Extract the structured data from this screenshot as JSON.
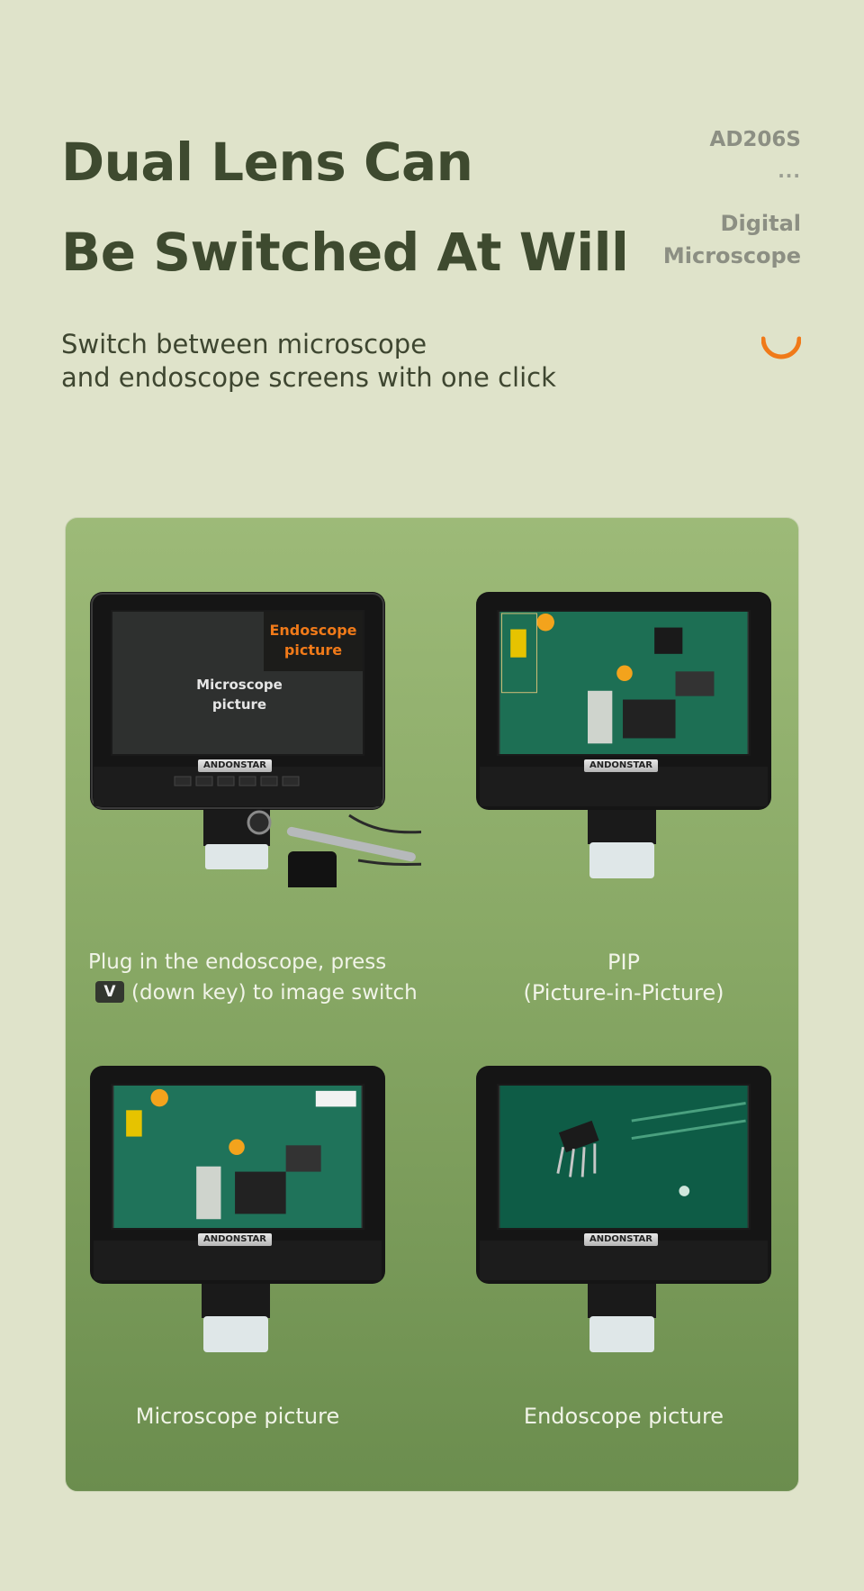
{
  "header": {
    "title_line1": "Dual Lens Can",
    "title_line2": "Be Switched At Will",
    "subtitle_line1": "Switch between microscope",
    "subtitle_line2": "and endoscope screens with one click",
    "model": "AD206S",
    "model_dots": "...",
    "product_line1": "Digital",
    "product_line2": "Microscope"
  },
  "panels": {
    "switch": {
      "overlay_line1": "Endoscope",
      "overlay_line2": "picture",
      "main_line1": "Microscope",
      "main_line2": "picture",
      "brand": "ANDONSTAR",
      "caption_line1": "Plug in the endoscope, press",
      "key": "V",
      "caption_line2": "(down key) to image switch"
    },
    "pip": {
      "brand": "ANDONSTAR",
      "caption_line1": "PIP",
      "caption_line2": "(Picture-in-Picture)"
    },
    "microscope": {
      "brand": "ANDONSTAR",
      "caption": "Microscope picture"
    },
    "endoscope": {
      "brand": "ANDONSTAR",
      "caption": "Endoscope picture"
    }
  },
  "colors": {
    "background": "#dfe3ca",
    "title": "#3e4a2f",
    "accent_orange": "#f07a19",
    "panel_top": "#9dba78",
    "panel_bottom": "#6b8d4e"
  },
  "icons": [
    "loading-spinner-icon"
  ]
}
